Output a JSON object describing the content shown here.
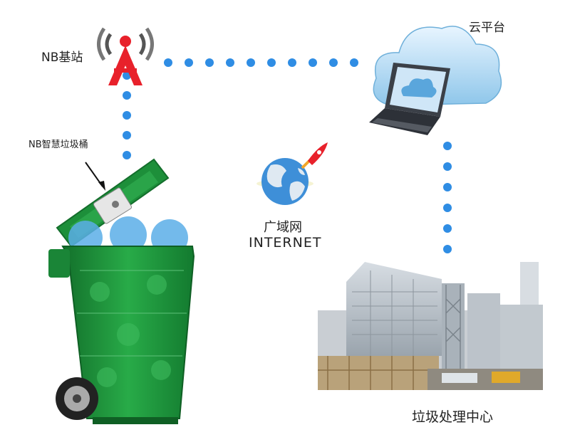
{
  "labels": {
    "base_station": "NB基站",
    "cloud_platform": "云平台",
    "smart_bin": "NB智慧垃圾桶",
    "wan": "广域网",
    "internet": "INTERNET",
    "processing_center": "垃圾处理中心"
  },
  "colors": {
    "dot": "#2f8de4",
    "tower": "#e8212b",
    "bin_green": "#1f9a3e",
    "bin_dark": "#13702b",
    "cloud_blue": "#9fd0ef",
    "laptop": "#3b4048"
  },
  "icons": [
    "cell-tower-icon",
    "cloud-laptop-icon",
    "globe-rocket-icon",
    "smart-bin-icon",
    "waste-plant-icon"
  ]
}
